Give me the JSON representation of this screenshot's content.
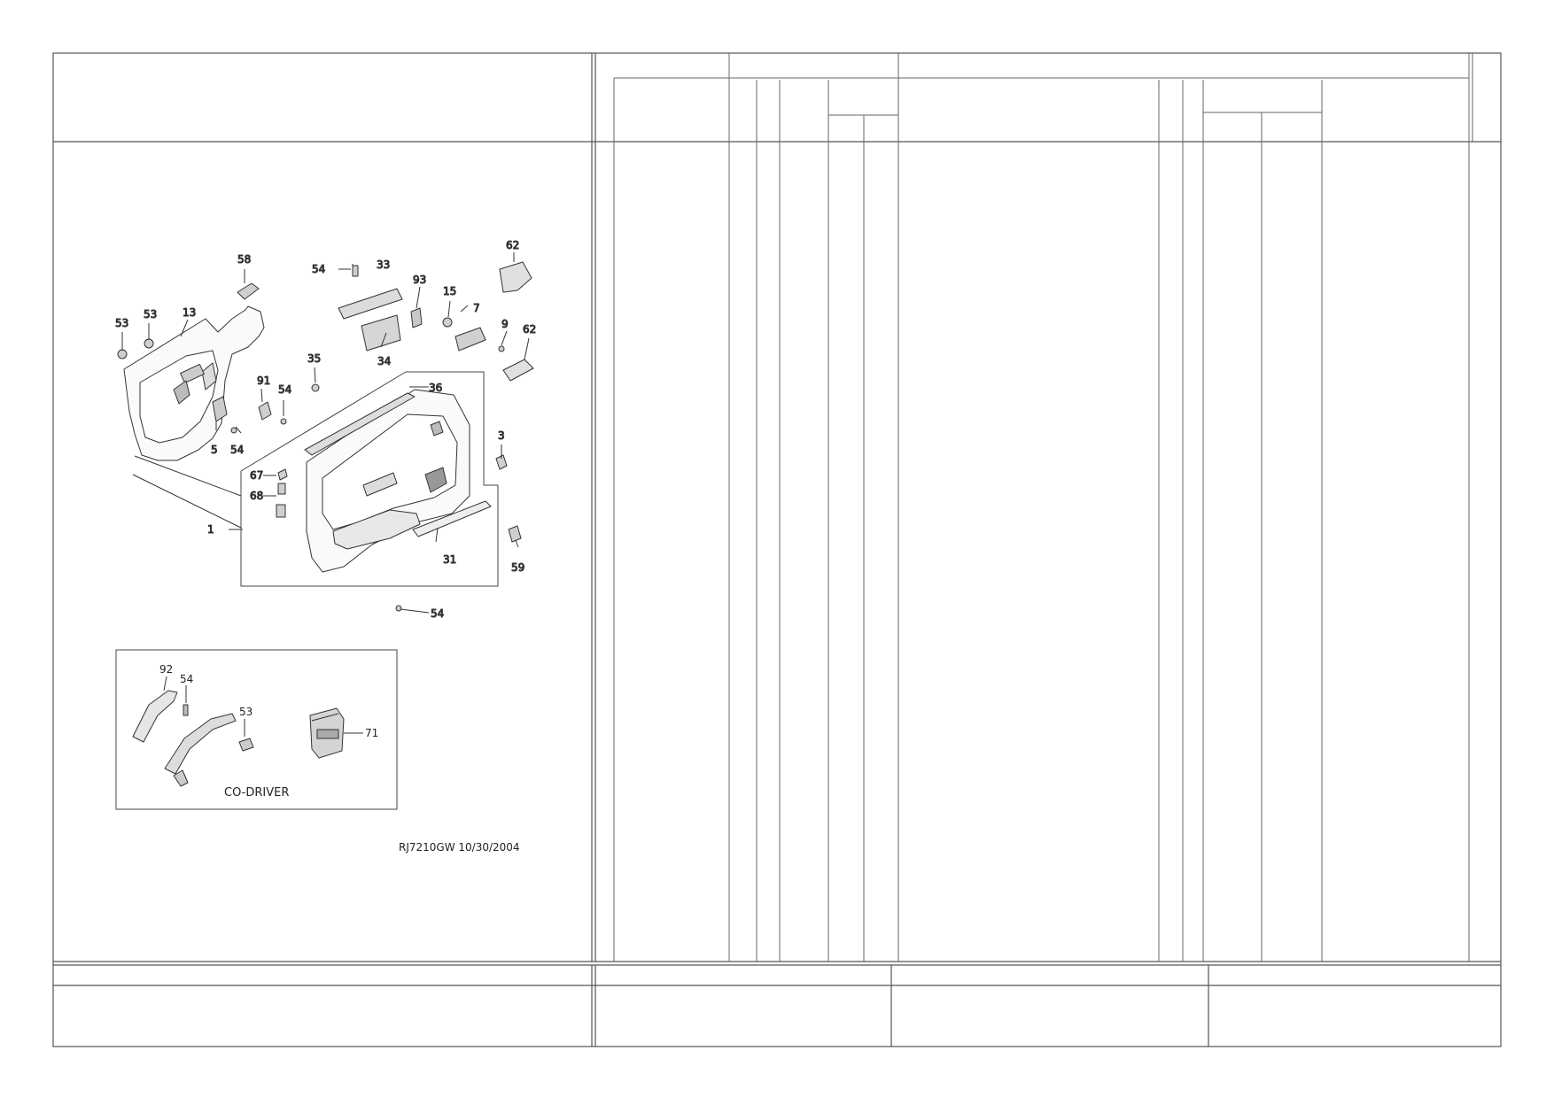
{
  "drawing_code": "RJ7210GW  10/30/2004",
  "inset_caption": "CO-DRIVER",
  "callouts": {
    "c1": "1",
    "c3": "3",
    "c5": "5",
    "c7": "7",
    "c9": "9",
    "c13": "13",
    "c15": "15",
    "c31": "31",
    "c33": "33",
    "c34": "34",
    "c35": "35",
    "c36": "36",
    "c53a": "53",
    "c53b": "53",
    "c54a": "54",
    "c54b": "54",
    "c54c": "54",
    "c54d": "54",
    "c58": "58",
    "c59": "59",
    "c62a": "62",
    "c62b": "62",
    "c67": "67",
    "c68": "68",
    "c91": "91",
    "c93": "93",
    "i92": "92",
    "i54": "54",
    "i53": "53",
    "i71": "71"
  }
}
